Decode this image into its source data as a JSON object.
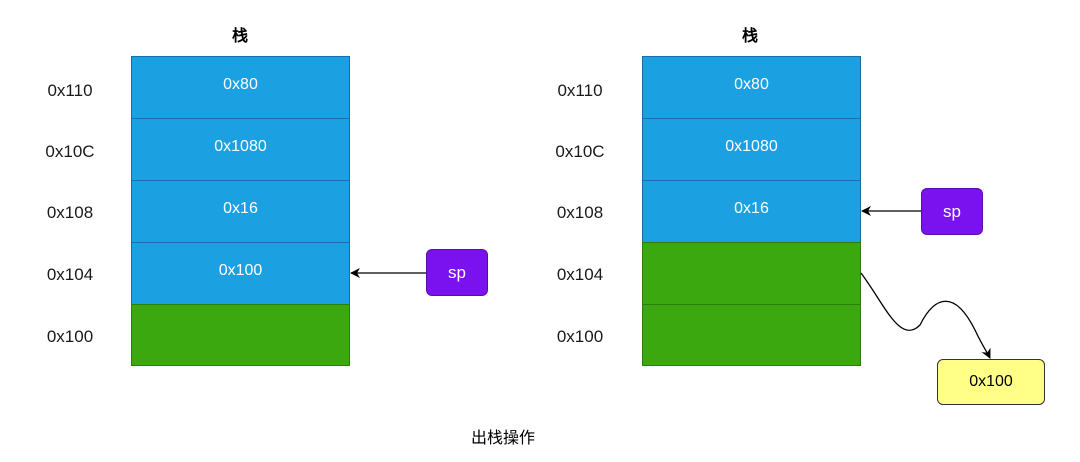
{
  "caption": "出栈操作",
  "left_stack": {
    "title": "栈",
    "rows": [
      {
        "address": "0x110",
        "value": "0x80",
        "color": "blue"
      },
      {
        "address": "0x10C",
        "value": "0x1080",
        "color": "blue"
      },
      {
        "address": "0x108",
        "value": "0x16",
        "color": "blue"
      },
      {
        "address": "0x104",
        "value": "0x100",
        "color": "blue"
      },
      {
        "address": "0x100",
        "value": "",
        "color": "green"
      }
    ],
    "pointer": {
      "label": "sp",
      "points_to": "0x104"
    }
  },
  "right_stack": {
    "title": "栈",
    "rows": [
      {
        "address": "0x110",
        "value": "0x80",
        "color": "blue"
      },
      {
        "address": "0x10C",
        "value": "0x1080",
        "color": "blue"
      },
      {
        "address": "0x108",
        "value": "0x16",
        "color": "blue"
      },
      {
        "address": "0x104",
        "value": "",
        "color": "green"
      },
      {
        "address": "0x100",
        "value": "",
        "color": "green"
      }
    ],
    "pointer": {
      "label": "sp",
      "points_to": "0x108"
    },
    "popped_value": "0x100"
  },
  "colors": {
    "blue_cell": "#1ba1e2",
    "green_cell": "#3ca80f",
    "sp_box": "#7a12f0",
    "popped_box": "#ffff88"
  }
}
